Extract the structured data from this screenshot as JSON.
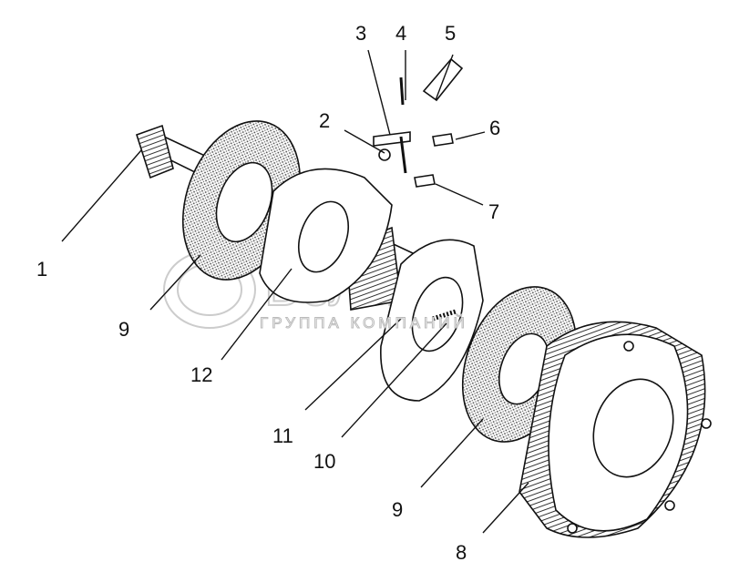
{
  "watermark": {
    "brand": "Белтипо",
    "subtitle": "ГРУППА КОМПАНИЙ"
  },
  "callouts": {
    "c1": "1",
    "c2": "2",
    "c3": "3",
    "c4": "4",
    "c5": "5",
    "c6": "6",
    "c7": "7",
    "c8": "8",
    "c9a": "9",
    "c9b": "9",
    "c10": "10",
    "c11": "11",
    "c12": "12"
  },
  "colors": {
    "ink": "#111111",
    "hatch": "#555555",
    "watermark": "#bbbbbb"
  }
}
